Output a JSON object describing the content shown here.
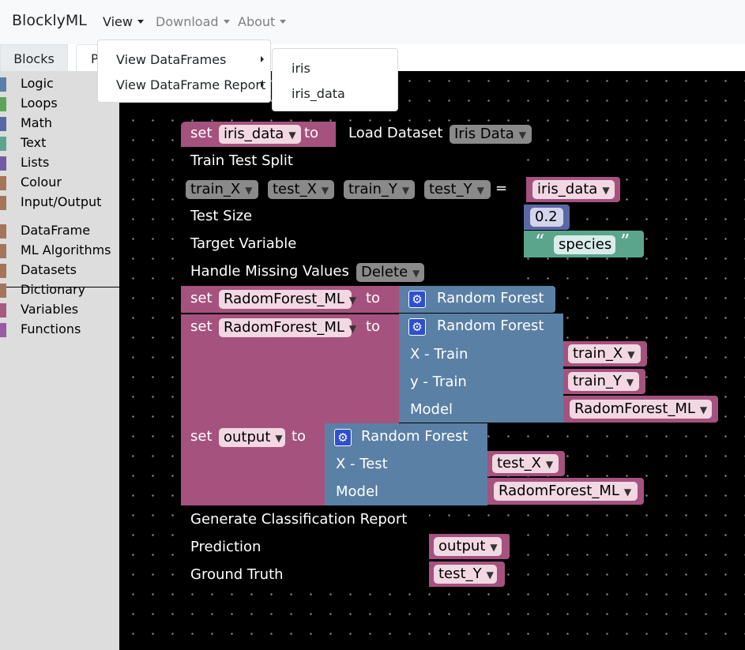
{
  "navbar": {
    "brand": "BlocklyML",
    "menus": [
      {
        "label": "View"
      },
      {
        "label": "Download"
      },
      {
        "label": "About"
      }
    ]
  },
  "tabs": [
    {
      "label": "Blocks"
    },
    {
      "label": "P"
    }
  ],
  "view_menu": {
    "items": [
      {
        "label": "View DataFrames"
      },
      {
        "label": "View DataFrame Report"
      }
    ]
  },
  "dataframes_submenu": {
    "items": [
      {
        "label": "iris"
      },
      {
        "label": "iris_data"
      }
    ]
  },
  "toolbox": {
    "categories": [
      {
        "label": "Logic",
        "color": "#5b80a5"
      },
      {
        "label": "Loops",
        "color": "#5ba55b"
      },
      {
        "label": "Math",
        "color": "#5b67a5"
      },
      {
        "label": "Text",
        "color": "#5ba58c"
      },
      {
        "label": "Lists",
        "color": "#745ba5"
      },
      {
        "label": "Colour",
        "color": "#a5745b"
      },
      {
        "label": "Input/Output",
        "color": "#a5745b"
      },
      {
        "label": "DataFrame",
        "color": "#a5745b"
      },
      {
        "label": "ML Algorithms",
        "color": "#a5745b"
      },
      {
        "label": "Datasets",
        "color": "#a5745b"
      },
      {
        "label": "Dictionary",
        "color": "#a5745b"
      },
      {
        "label": "Variables",
        "color": "#a55b80"
      },
      {
        "label": "Functions",
        "color": "#995ba5"
      }
    ]
  },
  "blocks": {
    "set_kw": "set",
    "to_kw": "to",
    "set_iris": {
      "var": "iris_data"
    },
    "load_dataset": {
      "label": "Load Dataset",
      "option": "Iris Data"
    },
    "tts": {
      "title": "Train Test Split",
      "vars": [
        "train_X",
        "test_X",
        "train_Y",
        "test_Y"
      ],
      "eq": "=",
      "input_var": "iris_data",
      "test_size_label": "Test Size",
      "test_size": "0.2",
      "target_label": "Target Variable",
      "target": "species",
      "missing_label": "Handle Missing Values",
      "missing_option": "Delete"
    },
    "set_rf1": {
      "var": "RadomForest_ML",
      "block": "Random Forest"
    },
    "set_rf2": {
      "var": "RadomForest_ML",
      "block": "Random Forest",
      "x_train_label": "X - Train",
      "x_train": "train_X",
      "y_train_label": "y - Train",
      "y_train": "train_Y",
      "model_label": "Model",
      "model": "RadomForest_ML"
    },
    "set_output": {
      "var": "output",
      "block": "Random Forest",
      "x_test_label": "X - Test",
      "x_test": "test_X",
      "model_label": "Model",
      "model": "RadomForest_ML"
    },
    "report": {
      "title": "Generate Classification Report",
      "pred_label": "Prediction",
      "pred": "output",
      "gt_label": "Ground Truth",
      "gt": "test_Y"
    }
  }
}
